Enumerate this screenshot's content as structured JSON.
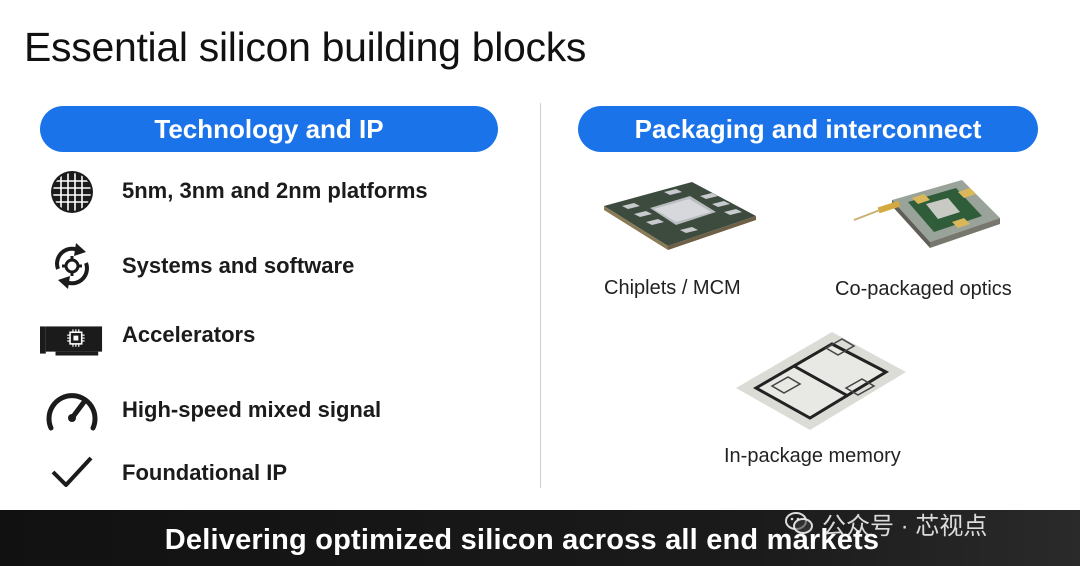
{
  "title": "Essential silicon building blocks",
  "left_section": {
    "header": "Technology and IP",
    "items": [
      {
        "label": "5nm, 3nm and 2nm platforms",
        "icon": "wafer-icon"
      },
      {
        "label": "Systems and software",
        "icon": "cycle-arrows-gear-icon"
      },
      {
        "label": "Accelerators",
        "icon": "accelerator-card-icon"
      },
      {
        "label": "High-speed mixed signal",
        "icon": "speedometer-icon"
      },
      {
        "label": "Foundational IP",
        "icon": "checkmark-icon"
      }
    ]
  },
  "right_section": {
    "header": "Packaging and interconnect",
    "items": [
      {
        "label": "Chiplets / MCM",
        "image": "chiplet-package-image"
      },
      {
        "label": "Co-packaged optics",
        "image": "co-packaged-optics-image"
      },
      {
        "label": "In-package memory",
        "image": "in-package-memory-image"
      }
    ]
  },
  "banner": {
    "text": "Delivering optimized silicon across all end markets"
  },
  "watermark": {
    "text": "公众号 · 芯视点",
    "icon": "wechat-icon"
  },
  "colors": {
    "accent": "#1a73e8",
    "banner_bg": "#151515",
    "text": "#111111"
  }
}
